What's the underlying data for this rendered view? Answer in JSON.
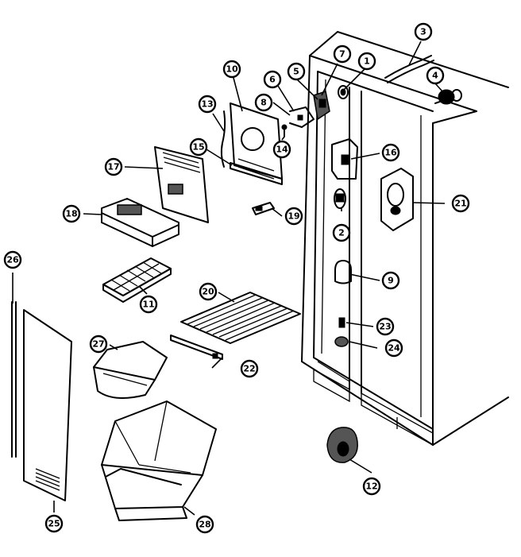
{
  "diagram": {
    "callouts": [
      "1",
      "2",
      "3",
      "4",
      "5",
      "6",
      "7",
      "8",
      "9",
      "10",
      "11",
      "12",
      "13",
      "14",
      "15",
      "16",
      "17",
      "18",
      "18",
      "19",
      "20",
      "21",
      "22",
      "23",
      "24",
      "25",
      "26",
      "27",
      "28"
    ],
    "colors": {
      "line": "#000000",
      "background": "#ffffff"
    }
  }
}
